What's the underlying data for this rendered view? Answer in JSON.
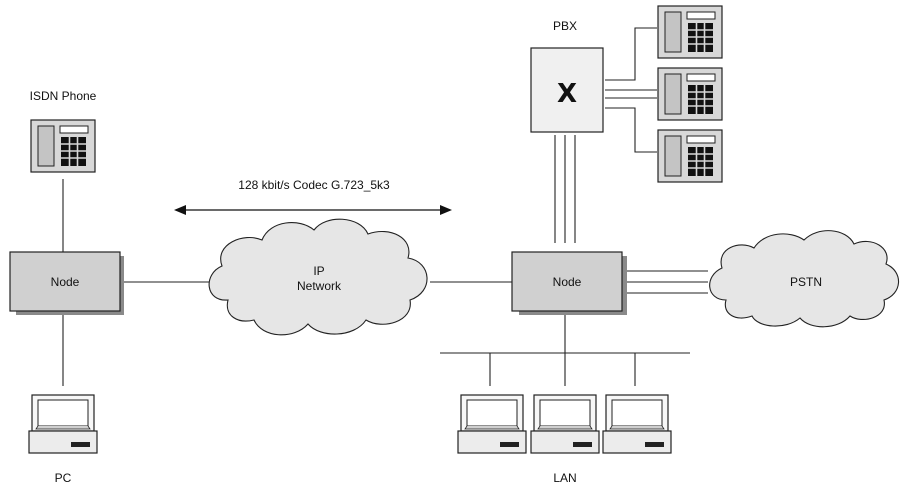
{
  "labels": {
    "isdn_phone": "ISDN Phone",
    "pbx": "PBX",
    "pbx_symbol": "X",
    "node_left": "Node",
    "node_right": "Node",
    "ip_network_line1": "IP",
    "ip_network_line2": "Network",
    "pstn": "PSTN",
    "pc": "PC",
    "lan": "LAN",
    "codec": "128 kbit/s Codec G.723_5k3"
  }
}
